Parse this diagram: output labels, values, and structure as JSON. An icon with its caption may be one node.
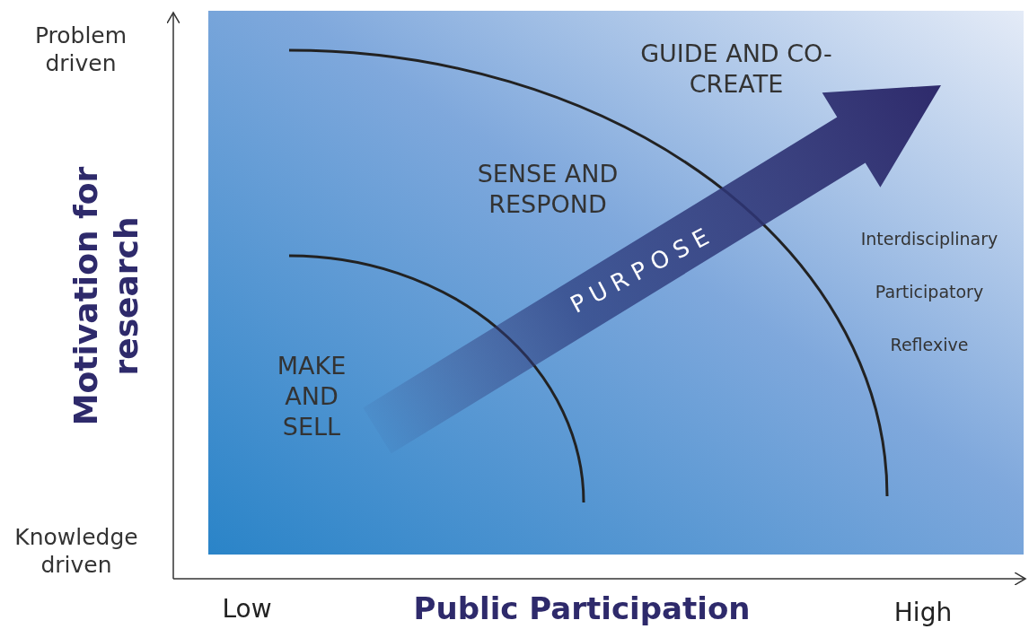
{
  "diagram": {
    "labels": [
      "Problem driven",
      "GUIDE AND CO-CREATE",
      "SENSE AND RESPOND",
      "Interdisciplinary",
      "Participatory",
      "Reflexive",
      "PURPOSE",
      "Motivation for research",
      "MAKE AND SELL",
      "Knowledge driven",
      "Low",
      "Public Participation",
      "High"
    ]
  }
}
